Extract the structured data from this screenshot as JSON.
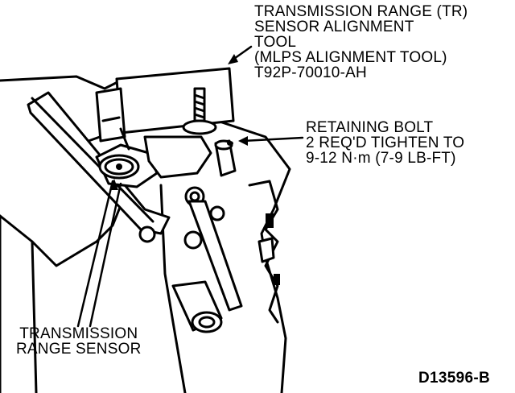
{
  "labels": {
    "tool": {
      "lines": [
        "TRANSMISSION RANGE (TR)",
        "SENSOR ALIGNMENT",
        "TOOL",
        "(MLPS ALIGNMENT TOOL)",
        "T92P-70010-AH"
      ]
    },
    "bolt": {
      "lines": [
        "RETAINING BOLT",
        "2 REQ'D TIGHTEN TO",
        "9-12 N·m (7-9 LB-FT)"
      ]
    },
    "sensor": {
      "lines": [
        "TRANSMISSION",
        "RANGE SENSOR"
      ]
    }
  },
  "figure_id": "D13596-B",
  "colors": {
    "ink": "#000000",
    "paper": "#ffffff"
  }
}
